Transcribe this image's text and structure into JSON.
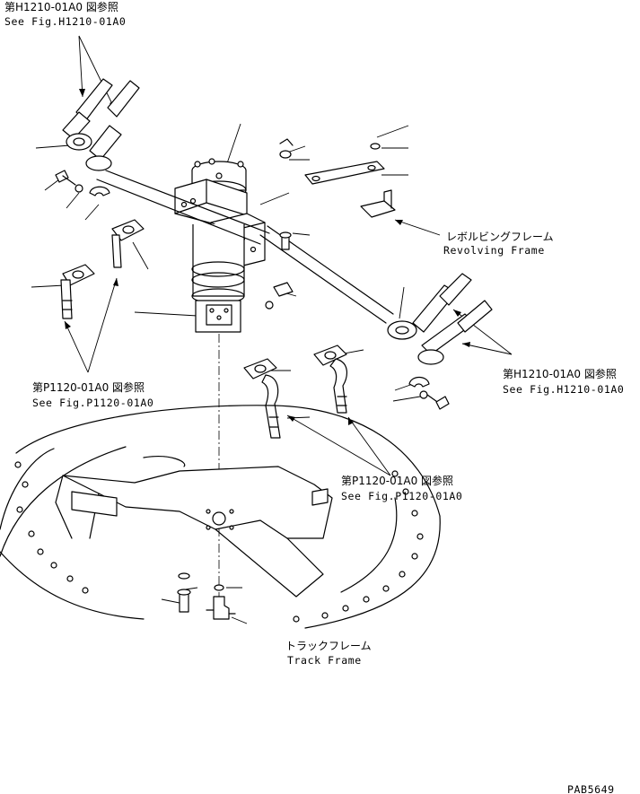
{
  "callouts": {
    "top_left": {
      "jp": "第H1210-01A0 図参照",
      "en": "See Fig.H1210-01A0"
    },
    "revolving_frame": {
      "jp": "レボルビングフレーム",
      "en": "Revolving Frame"
    },
    "right_mid": {
      "jp": "第H1210-01A0 図参照",
      "en": "See Fig.H1210-01A0"
    },
    "left_mid": {
      "jp": "第P1120-01A0 図参照",
      "en": "See Fig.P1120-01A0"
    },
    "center_low": {
      "jp": "第P1120-01A0 図参照",
      "en": "See Fig.P1120-01A0"
    },
    "track_frame": {
      "jp": "トラックフレーム",
      "en": "Track Frame"
    }
  },
  "drawing_code": "PAB5649"
}
